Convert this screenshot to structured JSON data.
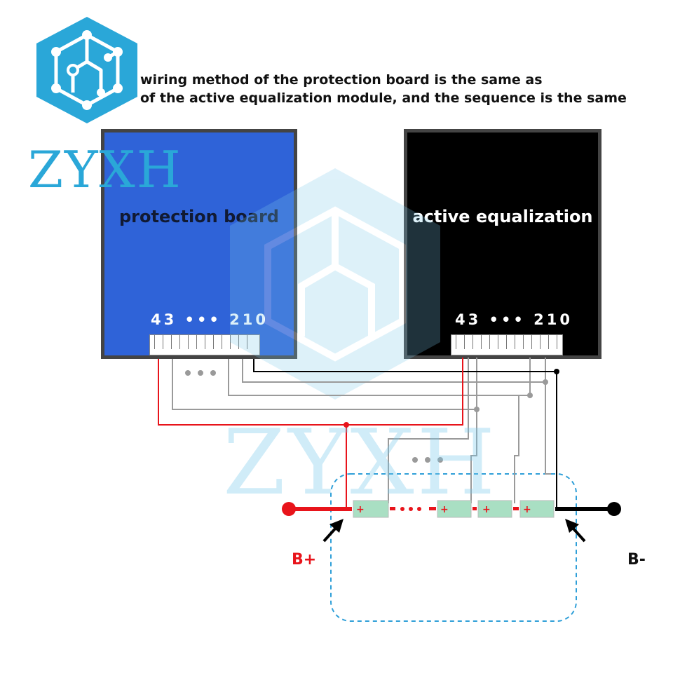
{
  "header": {
    "line1": "wiring method of the protection board is the same as",
    "line2": "of the active equalization module, and the sequence is the same"
  },
  "brand": {
    "text": "ZYXH",
    "watermark_text": "ZYXH",
    "color": "#2aa7d8"
  },
  "protection_board": {
    "title": "protection board",
    "pins": "43 ••• 210",
    "color": "#2f63d8"
  },
  "equalization_board": {
    "title": "active equalization",
    "pins": "43 ••• 210",
    "color": "#000000"
  },
  "wiring": {
    "ellipsis_top": "•••",
    "ellipsis_mid": "•••",
    "positive_wire_color": "#e8141b",
    "signal_wire_color": "#9a9a9a",
    "negative_wire_color": "#000000"
  },
  "battery": {
    "cell_sign": "+",
    "cell_ellipsis": "•••",
    "cell_color": "#a9dfc3"
  },
  "terminals": {
    "positive": "B+",
    "negative": "B-"
  }
}
